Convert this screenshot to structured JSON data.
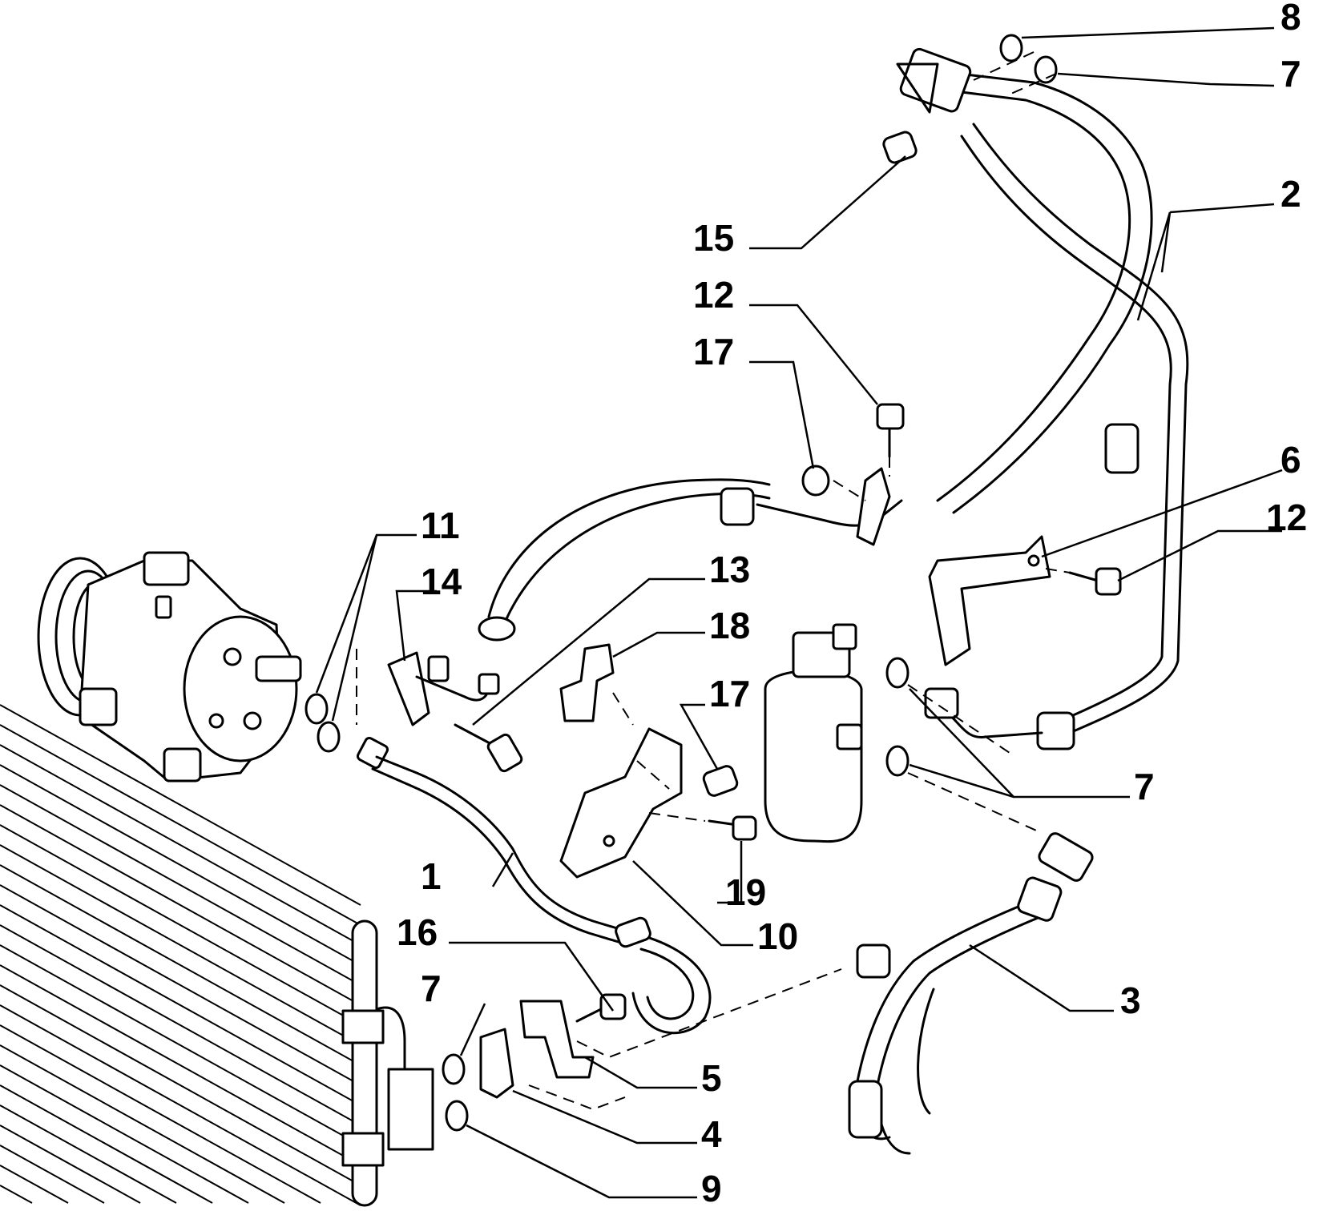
{
  "diagram": {
    "callouts": {
      "c1": "1",
      "c2": "2",
      "c3": "3",
      "c4": "4",
      "c5": "5",
      "c6": "6",
      "c7_top": "7",
      "c7_right": "7",
      "c7_bottom": "7",
      "c8": "8",
      "c9": "9",
      "c10": "10",
      "c11": "11",
      "c12_top": "12",
      "c12_right": "12",
      "c13": "13",
      "c14": "14",
      "c15": "15",
      "c16": "16",
      "c17_top": "17",
      "c17_mid": "17",
      "c18": "18",
      "c19": "19"
    }
  }
}
